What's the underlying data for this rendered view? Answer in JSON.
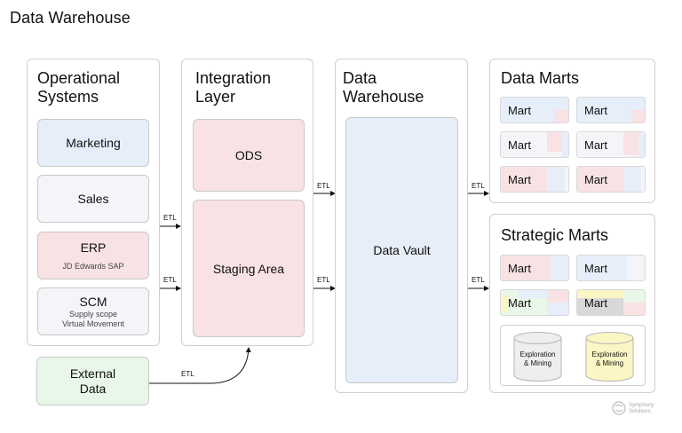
{
  "title": "Data Warehouse",
  "panels": {
    "operational": "Operational\nSystems",
    "integration": "Integration\nLayer",
    "warehouse": "Data\nWarehouse",
    "marts": "Data Marts",
    "strategic": "Strategic Marts"
  },
  "operational_items": [
    {
      "label": "Marketing",
      "sub": ""
    },
    {
      "label": "Sales",
      "sub": ""
    },
    {
      "label": "ERP",
      "sub": "JD Edwards SAP"
    },
    {
      "label": "SCM",
      "sub": "Supply scope\nVirtual Movement"
    }
  ],
  "external": "External\nData",
  "integration_items": {
    "ods": "ODS",
    "staging": "Staging Area"
  },
  "vault": "Data Vault",
  "etl_label": "ETL",
  "mart_label": "Mart",
  "cylinders": [
    {
      "label": "Exploration\n& Mining",
      "color": "#eeeeee"
    },
    {
      "label": "Exploration\n& Mining",
      "color": "#fbf6c4"
    }
  ],
  "logo": {
    "line1": "Symphony",
    "line2": "Solutions"
  },
  "colors": {
    "blue": "#e6eef9",
    "red": "#f8e2e3",
    "grey": "#f4f5f8",
    "green": "#e9f7e9",
    "yellow": "#fbf6c4"
  }
}
